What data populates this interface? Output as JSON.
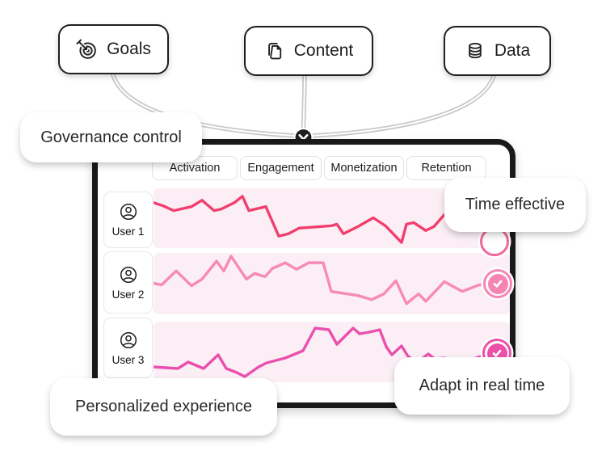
{
  "flow": {
    "items": [
      {
        "label": "Goals",
        "icon": "target-icon"
      },
      {
        "label": "Content",
        "icon": "pages-icon"
      },
      {
        "label": "Data",
        "icon": "database-icon"
      }
    ],
    "merge_icon": "chevron-down-icon"
  },
  "callouts": {
    "governance": "Governance control",
    "time_effective": "Time effective",
    "adapt": "Adapt in real time",
    "personalized": "Personalized experience"
  },
  "panel": {
    "tabs": [
      "Activation",
      "Engagement",
      "Monetization",
      "Retention"
    ],
    "rows": [
      {
        "user": "User 1",
        "status": "in-progress",
        "check_color": "#f0679b"
      },
      {
        "user": "User 2",
        "status": "checked",
        "check_color": "#f685b4"
      },
      {
        "user": "User 3",
        "status": "checked",
        "check_color": "#ec50a8"
      }
    ]
  },
  "colors": {
    "outline_dark": "#1f1f1f",
    "connector_gray": "#c8c8c8",
    "strip_background": "#fbeff5",
    "line_user1": "#f23e6e",
    "line_user2": "#f78ab6",
    "line_user3": "#eb4fad"
  },
  "chart_data": {
    "type": "line",
    "title": "",
    "xlabel": "",
    "ylabel": "",
    "note": "decorative per-user activity sparklines; coords are x,y in a 441x75 strip (y down)",
    "series": [
      {
        "name": "User 1",
        "color": "#f23e6e",
        "points": [
          [
            0,
            18
          ],
          [
            12,
            22
          ],
          [
            25,
            28
          ],
          [
            47,
            23
          ],
          [
            60,
            15
          ],
          [
            75,
            28
          ],
          [
            84,
            26
          ],
          [
            100,
            18
          ],
          [
            110,
            10
          ],
          [
            118,
            28
          ],
          [
            139,
            23
          ],
          [
            155,
            60
          ],
          [
            167,
            57
          ],
          [
            180,
            50
          ],
          [
            207,
            48
          ],
          [
            220,
            47
          ],
          [
            227,
            45
          ],
          [
            235,
            57
          ],
          [
            253,
            48
          ],
          [
            272,
            37
          ],
          [
            287,
            47
          ],
          [
            307,
            68
          ],
          [
            313,
            45
          ],
          [
            322,
            43
          ],
          [
            337,
            53
          ],
          [
            347,
            48
          ],
          [
            360,
            33
          ],
          [
            380,
            20
          ],
          [
            400,
            15
          ],
          [
            422,
            20
          ]
        ]
      },
      {
        "name": "User 2",
        "color": "#f78ab6",
        "points": [
          [
            0,
            37
          ],
          [
            10,
            39
          ],
          [
            28,
            22
          ],
          [
            47,
            40
          ],
          [
            60,
            32
          ],
          [
            78,
            10
          ],
          [
            87,
            22
          ],
          [
            96,
            4
          ],
          [
            115,
            32
          ],
          [
            125,
            25
          ],
          [
            138,
            29
          ],
          [
            147,
            19
          ],
          [
            163,
            12
          ],
          [
            177,
            20
          ],
          [
            192,
            12
          ],
          [
            210,
            12
          ],
          [
            220,
            47
          ],
          [
            253,
            52
          ],
          [
            270,
            57
          ],
          [
            285,
            50
          ],
          [
            300,
            34
          ],
          [
            313,
            62
          ],
          [
            328,
            50
          ],
          [
            337,
            59
          ],
          [
            360,
            35
          ],
          [
            382,
            47
          ],
          [
            403,
            39
          ],
          [
            427,
            38
          ]
        ]
      },
      {
        "name": "User 3",
        "color": "#eb4fad",
        "points": [
          [
            0,
            56
          ],
          [
            30,
            58
          ],
          [
            43,
            50
          ],
          [
            50,
            53
          ],
          [
            62,
            58
          ],
          [
            80,
            41
          ],
          [
            90,
            58
          ],
          [
            103,
            63
          ],
          [
            113,
            68
          ],
          [
            130,
            56
          ],
          [
            140,
            51
          ],
          [
            163,
            45
          ],
          [
            185,
            36
          ],
          [
            200,
            8
          ],
          [
            217,
            10
          ],
          [
            227,
            28
          ],
          [
            235,
            20
          ],
          [
            247,
            8
          ],
          [
            255,
            15
          ],
          [
            267,
            13
          ],
          [
            280,
            10
          ],
          [
            288,
            31
          ],
          [
            295,
            41
          ],
          [
            307,
            30
          ],
          [
            315,
            43
          ],
          [
            327,
            50
          ],
          [
            340,
            40
          ],
          [
            348,
            46
          ],
          [
            360,
            45
          ],
          [
            385,
            50
          ],
          [
            405,
            43
          ],
          [
            425,
            37
          ]
        ]
      }
    ]
  }
}
